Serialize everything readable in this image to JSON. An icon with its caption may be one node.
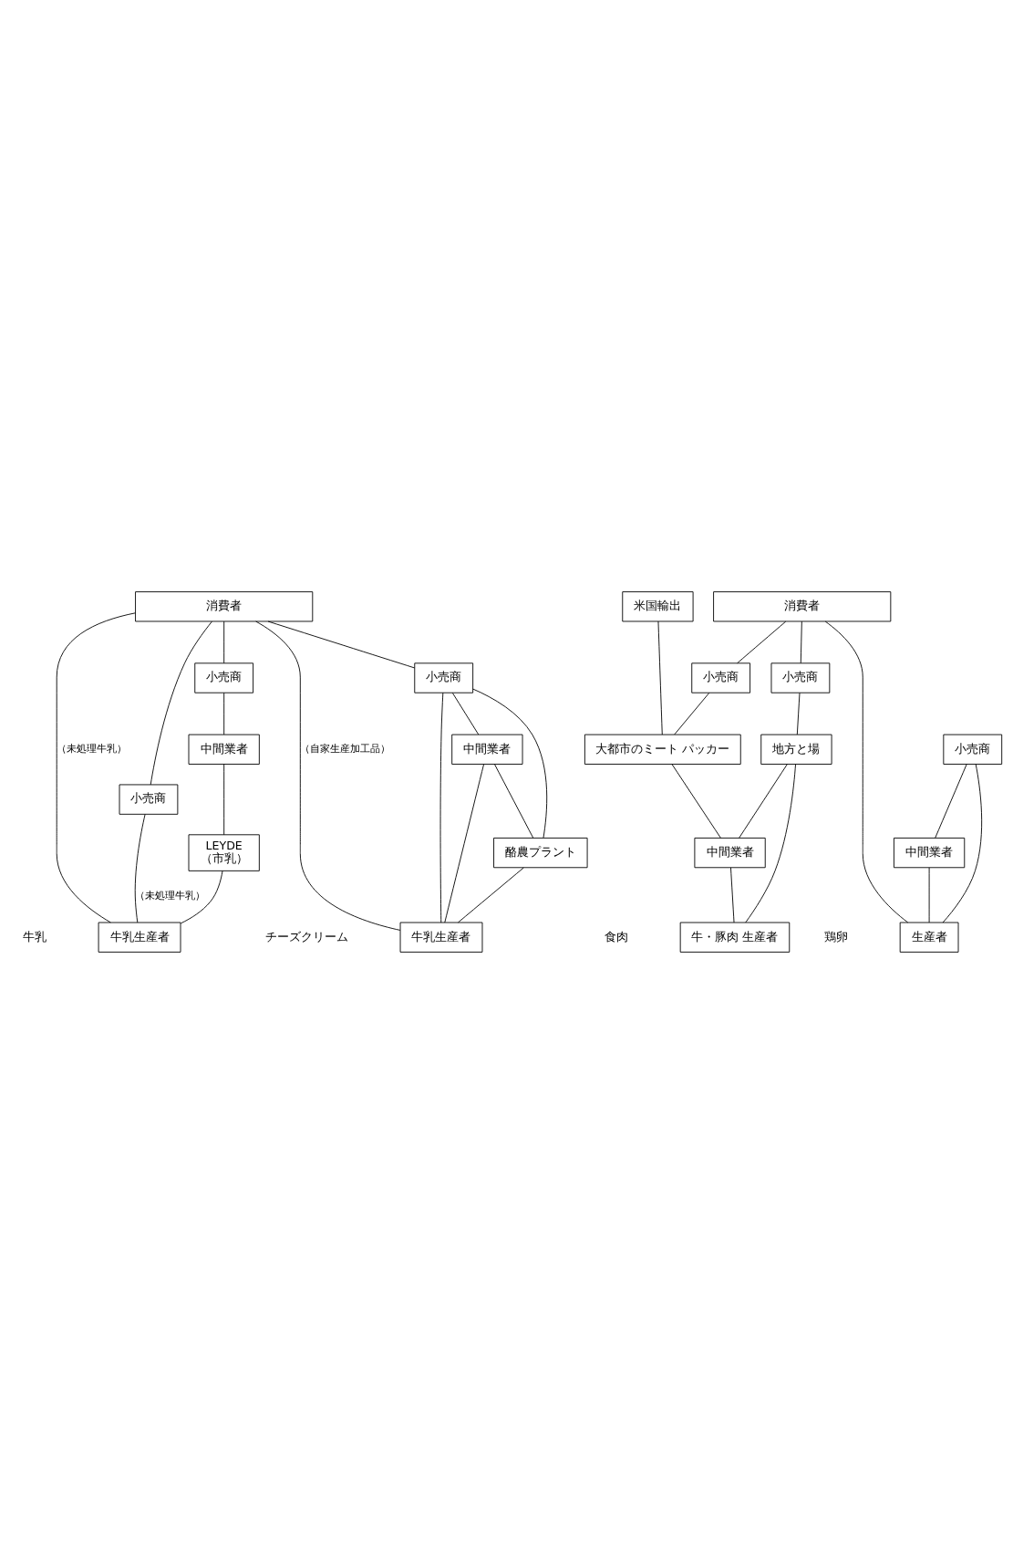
{
  "diagram": {
    "nodes": [
      {
        "text": [
          "消費者"
        ]
      },
      {
        "text": [
          "米国輸出"
        ]
      },
      {
        "text": [
          "消費者"
        ]
      },
      {
        "text": [
          "小売商"
        ]
      },
      {
        "text": [
          "小売商"
        ]
      },
      {
        "text": [
          "小売商"
        ]
      },
      {
        "text": [
          "小売商"
        ]
      },
      {
        "text": [
          "小売商"
        ]
      },
      {
        "text": [
          "小売商"
        ]
      },
      {
        "text": [
          "中間業者"
        ]
      },
      {
        "text": [
          "中間業者"
        ]
      },
      {
        "text": [
          "大都市のミート パッカー"
        ]
      },
      {
        "text": [
          "地方と場"
        ]
      },
      {
        "text": [
          "LEYDE",
          "（市乳）"
        ]
      },
      {
        "text": [
          "酪農プラント"
        ]
      },
      {
        "text": [
          "中間業者"
        ]
      },
      {
        "text": [
          "中間業者"
        ]
      },
      {
        "text": [
          "牛乳生産者"
        ]
      },
      {
        "text": [
          "牛乳生産者"
        ]
      },
      {
        "text": [
          "牛・豚肉 生産者"
        ]
      },
      {
        "text": [
          "生産者"
        ]
      }
    ],
    "edges": [
      {
        "from": 17,
        "to": 3,
        "arrow": "none",
        "label": "（未処理牛乳）"
      },
      {
        "from": 17,
        "to": 0,
        "arrow": "none",
        "label": "（未処理牛乳）"
      },
      {
        "from": 17,
        "to": 13,
        "arrow": "none"
      },
      {
        "from": 13,
        "to": 9,
        "arrow": "none"
      },
      {
        "from": 9,
        "to": 4,
        "arrow": "none"
      },
      {
        "from": 3,
        "to": 0,
        "arrow": "none"
      },
      {
        "from": 4,
        "to": 0,
        "arrow": "none"
      },
      {
        "from": 18,
        "to": 14,
        "arrow": "none"
      },
      {
        "from": 18,
        "to": 0,
        "arrow": "none",
        "label": "（自家生産加工品）"
      },
      {
        "from": 18,
        "to": 10,
        "arrow": "none"
      },
      {
        "from": 18,
        "to": 5,
        "arrow": "none"
      },
      {
        "from": 14,
        "to": 5,
        "arrow": "none"
      },
      {
        "from": 14,
        "to": 10,
        "arrow": "none"
      },
      {
        "from": 10,
        "to": 5,
        "arrow": "none"
      },
      {
        "from": 5,
        "to": 0,
        "arrow": "none"
      },
      {
        "from": 19,
        "to": 15,
        "arrow": "none"
      },
      {
        "from": 19,
        "to": 12,
        "arrow": "none"
      },
      {
        "from": 15,
        "to": 11,
        "arrow": "none"
      },
      {
        "from": 15,
        "to": 12,
        "arrow": "none"
      },
      {
        "from": 11,
        "to": 1,
        "arrow": "none"
      },
      {
        "from": 11,
        "to": 6,
        "arrow": "none"
      },
      {
        "from": 6,
        "to": 2,
        "arrow": "none"
      },
      {
        "from": 12,
        "to": 7,
        "arrow": "none"
      },
      {
        "from": 7,
        "to": 2,
        "arrow": "none"
      },
      {
        "from": 20,
        "to": 2,
        "arrow": "none"
      },
      {
        "from": 20,
        "to": 8,
        "arrow": "none"
      },
      {
        "from": 20,
        "to": 16,
        "arrow": "none"
      },
      {
        "from": 16,
        "to": 8,
        "arrow": "none"
      }
    ],
    "labels": [
      "牛乳",
      "チーズクリーム",
      "食肉",
      "鶏卵"
    ]
  }
}
